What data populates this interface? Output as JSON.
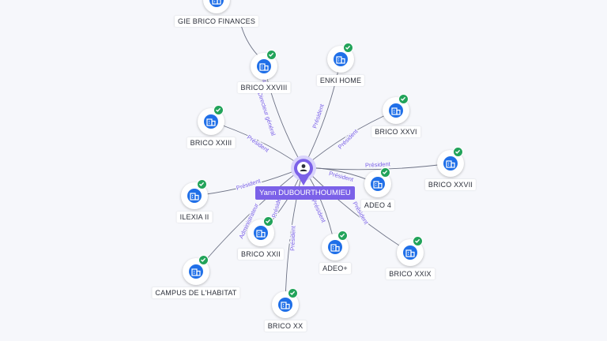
{
  "center": {
    "name": "Yann DUBOURTHOUMIEU"
  },
  "accent_color": "#7b61e8",
  "company_color": "#1f6fe8",
  "check_color": "#22a35a",
  "nodes": [
    {
      "name": "GIE BRICO FINANCES",
      "role": "",
      "icon": "building-icon"
    },
    {
      "name": "BRICO XXVIII",
      "role": "Directeur général",
      "icon": "building-icon"
    },
    {
      "name": "ENKI HOME",
      "role": "Président",
      "icon": "building-icon"
    },
    {
      "name": "BRICO XXVI",
      "role": "Président",
      "icon": "building-icon"
    },
    {
      "name": "BRICO XXVII",
      "role": "Président",
      "icon": "building-icon"
    },
    {
      "name": "ADEO 4",
      "role": "Président",
      "icon": "building-icon"
    },
    {
      "name": "BRICO XXIX",
      "role": "Président",
      "icon": "building-icon"
    },
    {
      "name": "ADEO+",
      "role": "Président",
      "icon": "building-icon"
    },
    {
      "name": "BRICO XX",
      "role": "Président",
      "icon": "building-icon"
    },
    {
      "name": "BRICO XXII",
      "role": "Président",
      "icon": "building-icon"
    },
    {
      "name": "CAMPUS DE L'HABITAT",
      "role": "Administrateur",
      "icon": "building-icon"
    },
    {
      "name": "ILEXIA II",
      "role": "Président",
      "icon": "building-icon"
    },
    {
      "name": "BRICO XXIII",
      "role": "Président",
      "icon": "building-icon"
    }
  ],
  "extra_edges": [
    {
      "role": "Président"
    }
  ]
}
